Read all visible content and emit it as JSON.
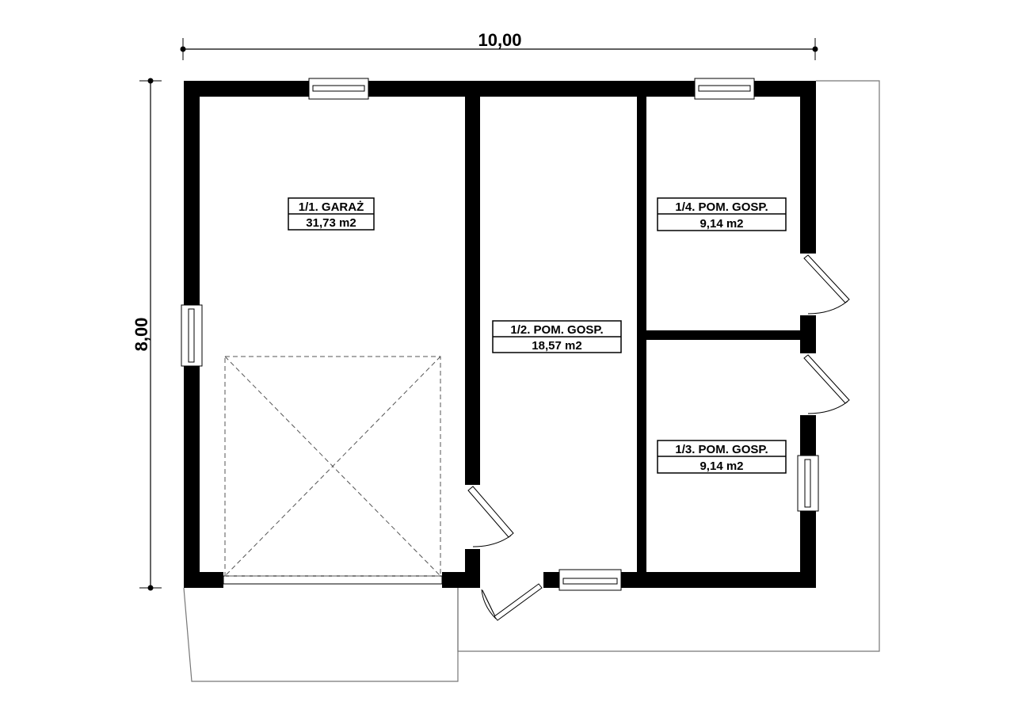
{
  "dimensions": {
    "width_label": "10,00",
    "height_label": "8,00"
  },
  "rooms": [
    {
      "name": "1/1. GARAŻ",
      "area": "31,73 m2"
    },
    {
      "name": "1/2. POM. GOSP.",
      "area": "18,57 m2"
    },
    {
      "name": "1/4. POM. GOSP.",
      "area": "9,14 m2"
    },
    {
      "name": "1/3. POM. GOSP.",
      "area": "9,14 m2"
    }
  ]
}
